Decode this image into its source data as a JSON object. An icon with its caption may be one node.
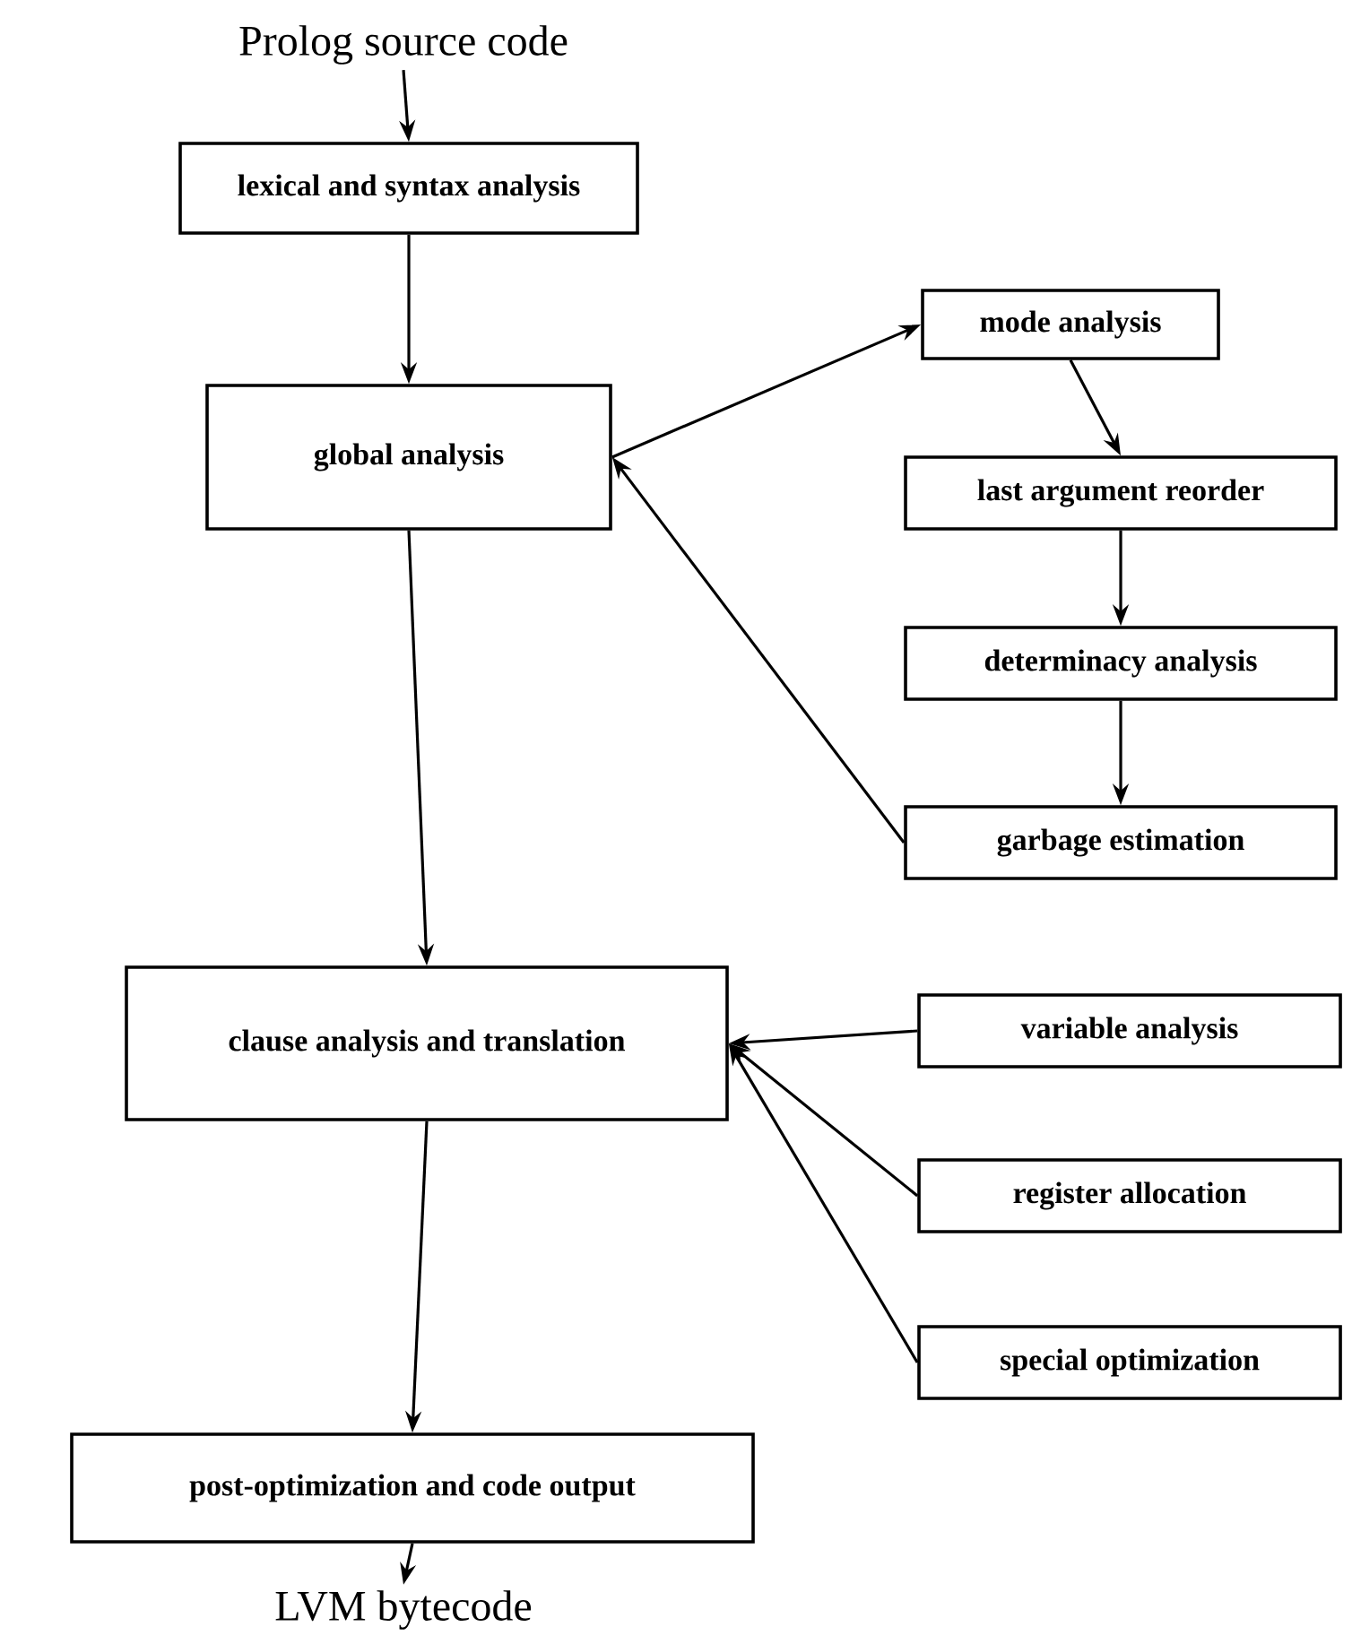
{
  "diagram": {
    "nodes": [
      {
        "text": [
          "Prolog source code"
        ]
      },
      {
        "text": [
          "lexical and syntax analysis"
        ]
      },
      {
        "text": [
          "global analysis"
        ]
      },
      {
        "text": [
          "mode analysis"
        ]
      },
      {
        "text": [
          "last argument reorder"
        ]
      },
      {
        "text": [
          "determinacy analysis"
        ]
      },
      {
        "text": [
          "garbage estimation"
        ]
      },
      {
        "text": [
          "clause analysis and translation"
        ]
      },
      {
        "text": [
          "variable analysis"
        ]
      },
      {
        "text": [
          "register allocation"
        ]
      },
      {
        "text": [
          "special optimization"
        ]
      },
      {
        "text": [
          "post-optimization and code output"
        ]
      },
      {
        "text": [
          "LVM bytecode"
        ]
      }
    ],
    "edges": [
      {
        "from": 0,
        "to": 1,
        "arrow": "to"
      },
      {
        "from": 1,
        "to": 2,
        "arrow": "to"
      },
      {
        "from": 2,
        "to": 3,
        "arrow": "to"
      },
      {
        "from": 3,
        "to": 4,
        "arrow": "to"
      },
      {
        "from": 4,
        "to": 5,
        "arrow": "to"
      },
      {
        "from": 5,
        "to": 6,
        "arrow": "to"
      },
      {
        "from": 6,
        "to": 2,
        "arrow": "to"
      },
      {
        "from": 2,
        "to": 7,
        "arrow": "to"
      },
      {
        "from": 8,
        "to": 7,
        "arrow": "to"
      },
      {
        "from": 9,
        "to": 7,
        "arrow": "to"
      },
      {
        "from": 10,
        "to": 7,
        "arrow": "to"
      },
      {
        "from": 7,
        "to": 11,
        "arrow": "to"
      },
      {
        "from": 11,
        "to": 12,
        "arrow": "to"
      }
    ]
  }
}
